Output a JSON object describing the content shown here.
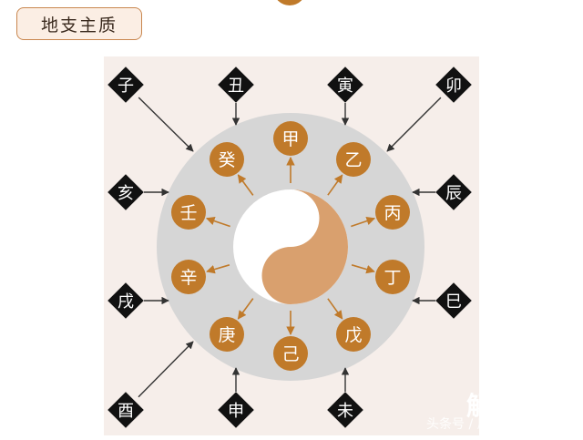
{
  "header": {
    "title": "地支主质"
  },
  "diagram": {
    "branches": [
      "子",
      "丑",
      "寅",
      "卯",
      "辰",
      "巳",
      "未",
      "申",
      "酉",
      "戌",
      "亥"
    ],
    "stems": [
      "甲",
      "乙",
      "丙",
      "丁",
      "戊",
      "己",
      "庚",
      "辛",
      "壬",
      "癸"
    ],
    "colors": {
      "background": "#f6eeea",
      "disc": "#d6d6d6",
      "stem_fill": "#c07a2a",
      "branch_fill": "#111111",
      "yang": "#d9a06e",
      "yin": "#ffffff"
    }
  },
  "watermark": {
    "logo": "解梦佬",
    "text": "头条号 / 周易微学堂"
  }
}
